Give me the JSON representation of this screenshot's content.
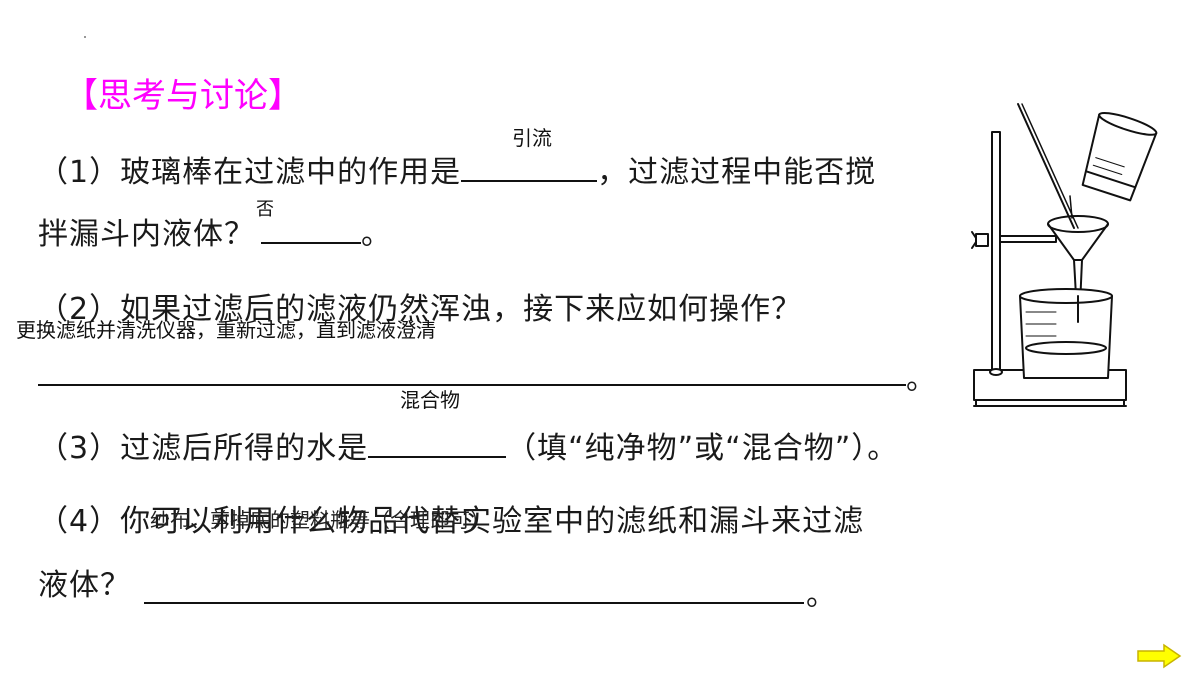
{
  "heading": {
    "text": "【思考与讨论】",
    "color": "#ff00ff"
  },
  "q1": {
    "part1": "（1）玻璃棒在过滤中的作用是",
    "part2": "，过滤过程中能否搅",
    "part3": "拌漏斗内液体？",
    "end": "。",
    "answer1": "引流",
    "answer2": "否"
  },
  "q2": {
    "text": "（2）如果过滤后的滤液仍然浑浊，接下来应如何操作？",
    "end": "。",
    "answer": "更换滤纸并清洗仪器，重新过滤，直到滤液澄清"
  },
  "q3": {
    "part1": "（3）过滤后所得的水是",
    "part2": "（填“纯净物”或“混合物”）。",
    "answer": "混合物"
  },
  "q4": {
    "part1": "（4）你可以利用什么物品代替实验室中的滤纸和漏斗来过滤",
    "part2": "液体？",
    "end": "。",
    "answer": "纱布、剪掉底的塑料瓶等（合理即可）"
  },
  "nav": {
    "next_icon": "arrow-right-icon",
    "arrow_color": "#ffff00"
  }
}
